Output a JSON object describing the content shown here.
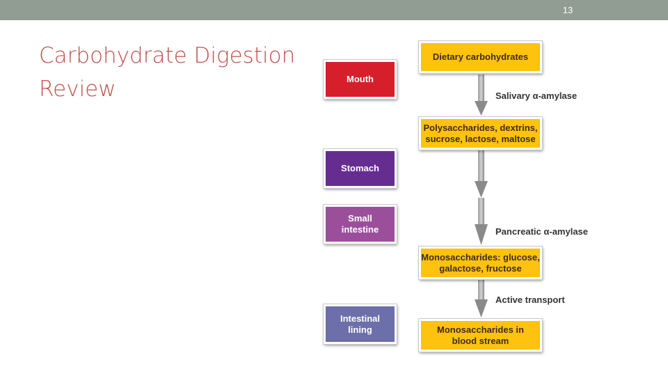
{
  "slide": {
    "number": "13",
    "title_line1": "Carbohydrate Digestion",
    "title_line2": "Review"
  },
  "colors": {
    "header_bar": "#919c92",
    "title": "#c0504d",
    "mouth": "#d71f2b",
    "stomach": "#662d91",
    "small_intestine": "#9b4f9b",
    "intestinal_lining": "#6c6fa9",
    "product_box": "#ffc20e",
    "arrow": "#8a8a8a"
  },
  "organs": {
    "mouth": "Mouth",
    "stomach": "Stomach",
    "small_intestine_line1": "Small",
    "small_intestine_line2": "intestine",
    "intestinal_lining_line1": "Intestinal",
    "intestinal_lining_line2": "lining"
  },
  "products": {
    "dietary": "Dietary carbohydrates",
    "poly_line1": "Polysaccharides, dextrins,",
    "poly_line2": "sucrose, lactose, maltose",
    "mono_line1": "Monosaccharides: glucose,",
    "mono_line2": "galactose, fructose",
    "blood_line1": "Monosaccharides in",
    "blood_line2": "blood stream"
  },
  "steps": {
    "salivary": "Salivary α-amylase",
    "pancreatic": "Pancreatic α-amylase",
    "active": "Active transport"
  }
}
